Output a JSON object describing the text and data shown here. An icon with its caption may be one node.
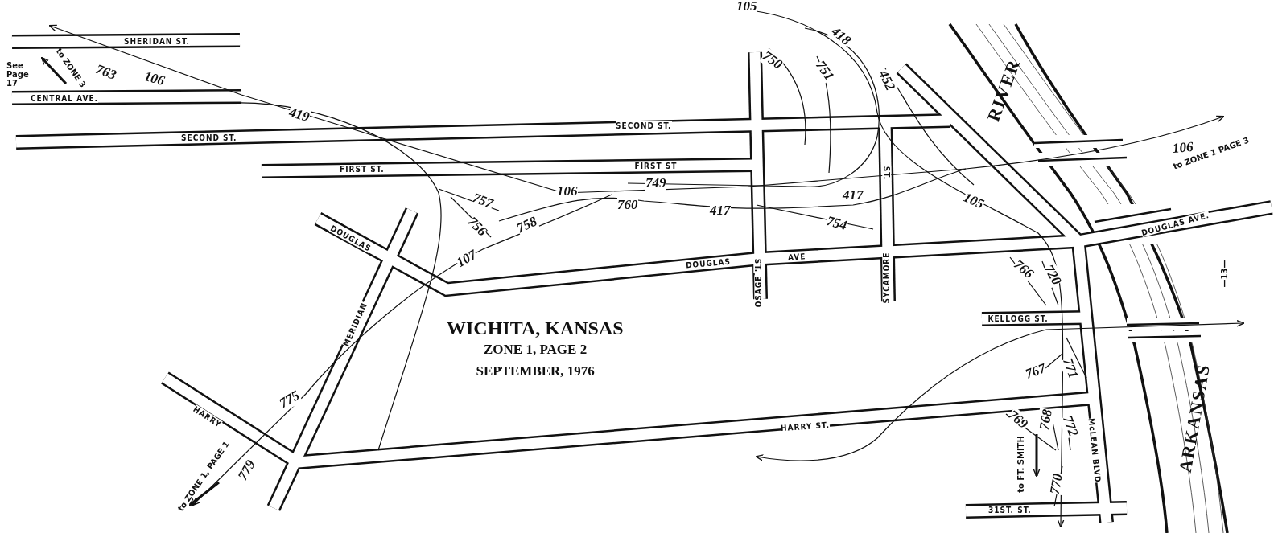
{
  "diagram": {
    "title": "WICHITA, KANSAS",
    "labels": [
      "105",
      "418",
      "SHERIDAN ST.",
      "750",
      "751",
      "See Page 17",
      "to ZONE 3",
      "763",
      "106",
      "452",
      "RIVER",
      "CENTRAL AVE.",
      "419",
      "SECOND ST.",
      "SECOND ST.",
      "106",
      "to ZONE 1 PAGE 3",
      "ST.",
      "FIRST ST.",
      "FIRST ST",
      "749",
      "106",
      "757",
      "417",
      "760",
      "417",
      "105",
      "756",
      "758",
      "754",
      "DOUGLAS AVE.",
      "DOUGLAS",
      "ST.",
      "DOUGLAS",
      "AVE",
      "107",
      "766",
      "720",
      "—13—",
      "SYCAMORE",
      "OSAGE",
      "MERIDIAN",
      "KELLOGG ST.",
      "ZONE 1, PAGE 2",
      "SEPTEMBER, 1976",
      "771",
      "767",
      "ARKANSAS",
      "775",
      "HARRY",
      "HARRY ST.",
      "769",
      "768",
      "772",
      "McLEAN BLVD",
      "to ZONE 1, PAGE 1",
      "779",
      "to FT. SMITH",
      "770",
      "31ST. ST."
    ]
  }
}
